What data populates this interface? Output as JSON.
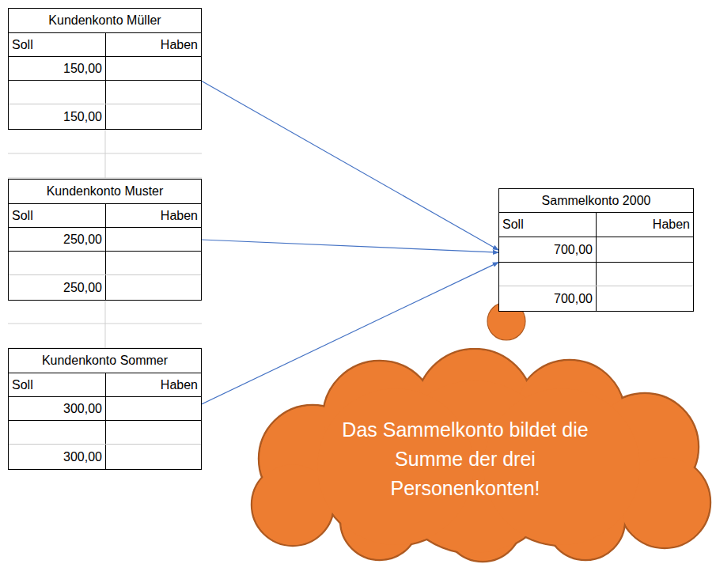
{
  "diagram": {
    "nodes": [
      {
        "text": [
          "Kundenkonto Müller",
          "Soll",
          "Haben",
          "150,00",
          "150,00"
        ]
      },
      {
        "text": [
          "Kundenkonto Muster",
          "Soll",
          "Haben",
          "250,00",
          "250,00"
        ]
      },
      {
        "text": [
          "Kundenkonto Sommer",
          "Soll",
          "Haben",
          "300,00",
          "300,00"
        ]
      },
      {
        "text": [
          "Sammelkonto 2000",
          "Soll",
          "Haben",
          "700,00",
          "700,00"
        ]
      },
      {
        "text": [
          "Das Sammelkonto bildet die Summe der drei Personenkonten!"
        ]
      }
    ],
    "edges": [
      {
        "from": 0,
        "to": 3,
        "arrow": "to"
      },
      {
        "from": 1,
        "to": 3,
        "arrow": "to"
      },
      {
        "from": 2,
        "to": 3,
        "arrow": "to"
      }
    ]
  }
}
